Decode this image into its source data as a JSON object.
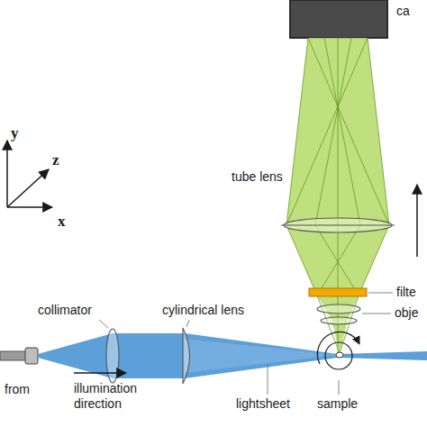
{
  "diagram": {
    "labels": [
      "ca",
      "y",
      "tube lens",
      "z",
      "x",
      "filte",
      "obje",
      "collimator",
      "cylindrical lens",
      "from",
      "illumination direction",
      "lightsheet",
      "sample"
    ]
  }
}
